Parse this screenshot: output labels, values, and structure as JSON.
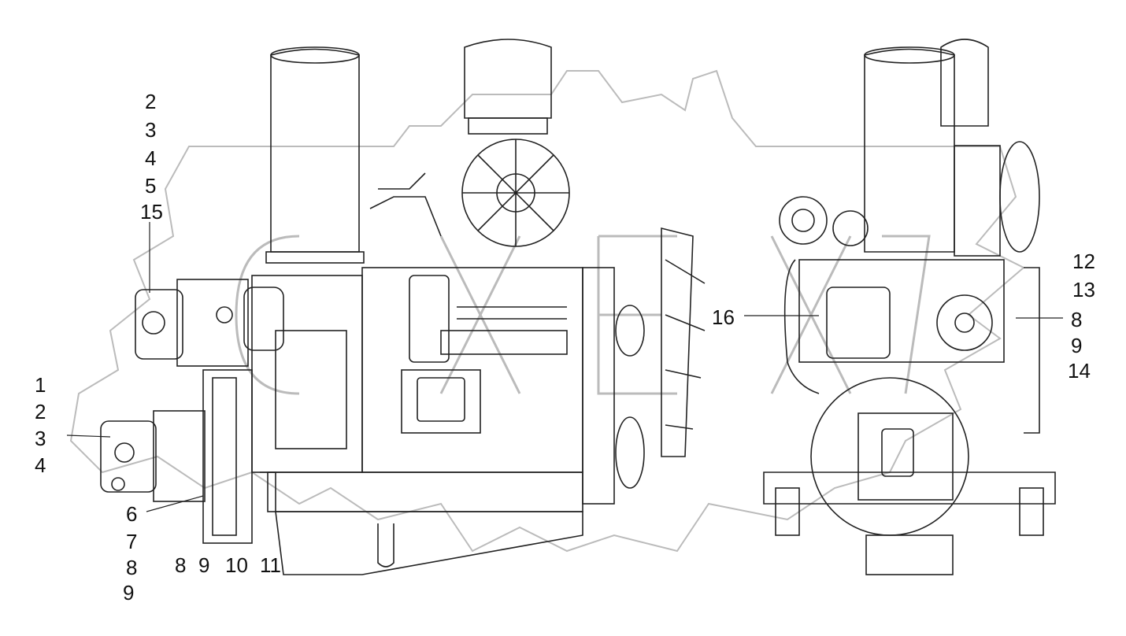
{
  "callouts": {
    "left_top": [
      "2",
      "3",
      "4",
      "5",
      "15"
    ],
    "left_mid": [
      "1",
      "2",
      "3",
      "4"
    ],
    "bottom_left": [
      "6",
      "7",
      "8",
      "9"
    ],
    "bottom_row": [
      "8",
      "9",
      "10",
      "11"
    ],
    "right_top": [
      "12",
      "13"
    ],
    "right_mid": [
      "8",
      "9",
      "14"
    ],
    "right_side": "16"
  },
  "colors": {
    "line": "#222222",
    "watermark": "#bbbbbb",
    "background": "#ffffff"
  }
}
